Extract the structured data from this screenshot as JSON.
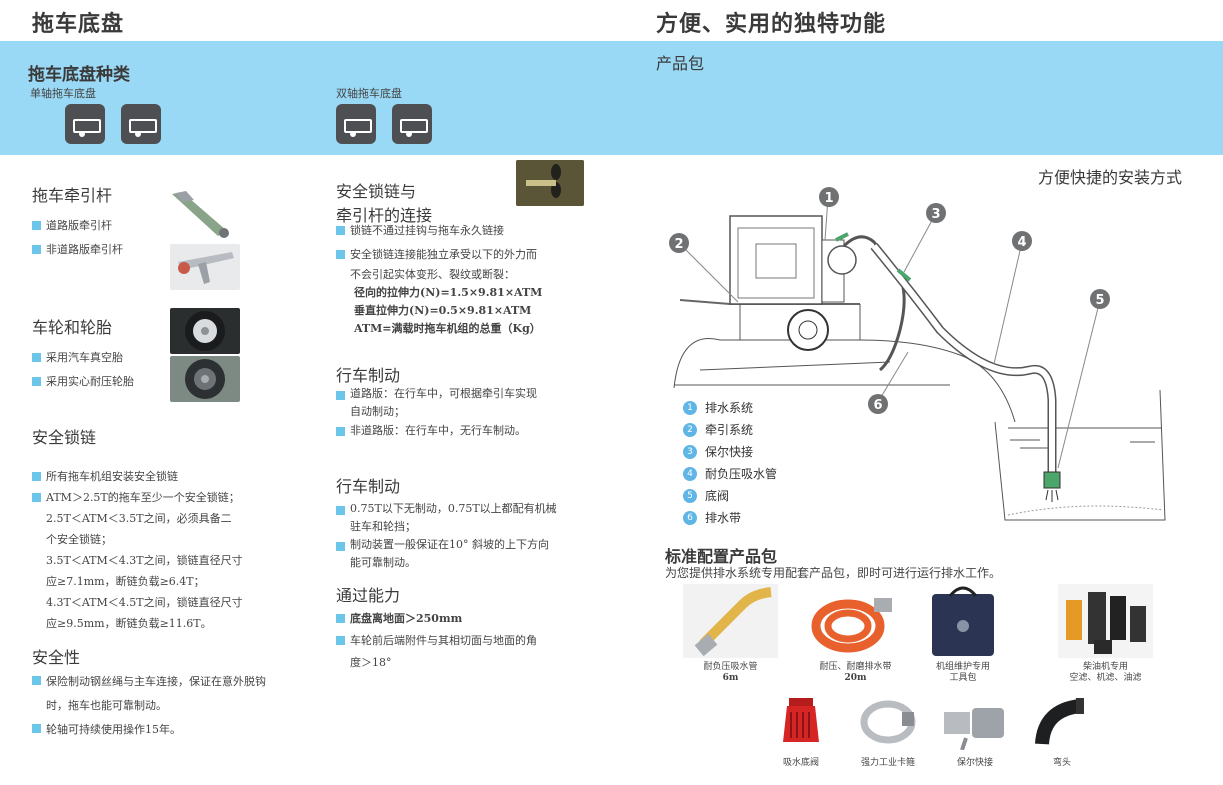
{
  "left": {
    "title": "拖车底盘",
    "types": {
      "heading": "拖车底盘种类",
      "single": "单轴拖车底盘",
      "double": "双轴拖车底盘"
    },
    "drawbar": {
      "heading": "拖车牵引杆",
      "items": [
        "道路版牵引杆",
        "非道路版牵引杆"
      ]
    },
    "wheels": {
      "heading": "车轮和轮胎",
      "items": [
        "采用汽车真空胎",
        "采用实心耐压轮胎"
      ]
    },
    "chain": {
      "heading": "安全锁链",
      "items": [
        "所有拖车机组安装安全锁链",
        "ATM＞2.5T的拖车至少一个安全锁链；",
        "2.5T＜ATM＜3.5T之间，必须具备二",
        "个安全锁链；",
        "3.5T＜ATM＜4.3T之间，锁链直径尺寸",
        "应≥7.1mm，断链负载≥6.4T；",
        "4.3T＜ATM＜4.5T之间，锁链直径尺寸",
        "应≥9.5mm，断链负载≥11.6T。"
      ]
    },
    "safety": {
      "heading": "安全性",
      "items": [
        "保险制动钢丝绳与主车连接，保证在意外脱钩",
        "时，拖车也能可靠制动。",
        "轮轴可持续使用操作15年。"
      ]
    }
  },
  "middle": {
    "lockchain": {
      "heading_1": "安全锁链与",
      "heading_2": "牵引杆的连接",
      "items": [
        "锁链不通过挂钩与拖车永久链接",
        "安全锁链连接能独立承受以下的外力而",
        "不会引起实体变形、裂纹或断裂：",
        "径向的拉伸力(N)=1.5×9.81×ATM",
        "垂直拉伸力(N)=0.5×9.81×ATM",
        "ATM=满载时拖车机组的总重（Kg）"
      ]
    },
    "brake1": {
      "heading": "行车制动",
      "items": [
        "道路版：在行车中，可根据牵引车实现",
        "自动制动；",
        "非道路版：在行车中，无行车制动。"
      ]
    },
    "brake2": {
      "heading": "行车制动",
      "items": [
        "0.75T以下无制动，0.75T以上都配有机械",
        "驻车和轮挡；",
        "制动装置一般保证在10° 斜坡的上下方向",
        "能可靠制动。"
      ]
    },
    "pass": {
      "heading": "通过能力",
      "items": [
        "底盘离地面＞250mm",
        "车轮前后端附件与其相切面与地面的角",
        "度＞18°"
      ]
    }
  },
  "right": {
    "title": "方便、实用的独特功能",
    "band_heading": "产品包",
    "install_heading": "方便快捷的安装方式",
    "diagram_numbers": [
      "1",
      "2",
      "3",
      "4",
      "5",
      "6"
    ],
    "legend": [
      {
        "n": "1",
        "label": "排水系统"
      },
      {
        "n": "2",
        "label": "牵引系统"
      },
      {
        "n": "3",
        "label": "保尔快接"
      },
      {
        "n": "4",
        "label": "耐负压吸水管"
      },
      {
        "n": "5",
        "label": "底阀"
      },
      {
        "n": "6",
        "label": "排水带"
      }
    ],
    "std_heading": "标准配置产品包",
    "std_sub": "为您提供排水系统专用配套产品包，即时可进行运行排水工作。",
    "products_row1": [
      {
        "line1": "耐负压吸水管",
        "line2": "6m"
      },
      {
        "line1": "耐压、耐磨排水带",
        "line2": "20m"
      },
      {
        "line1": "机组维护专用",
        "line2": "工具包"
      },
      {
        "line1": "柴油机专用",
        "line2": "空滤、机滤、油滤"
      }
    ],
    "products_row2": [
      "吸水底阀",
      "强力工业卡箍",
      "保尔快接",
      "弯头"
    ]
  },
  "colors": {
    "band": "#9ad9f5",
    "bullet": "#6cc6ea",
    "marker": "#5fb6e6"
  }
}
